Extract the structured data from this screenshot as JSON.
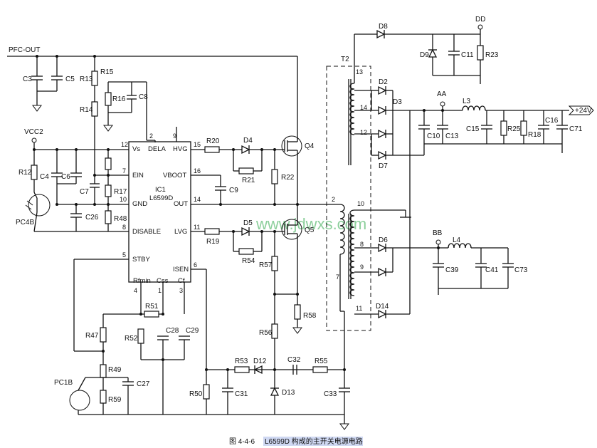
{
  "caption": {
    "prefix": "图 4-4-6",
    "title": "L6599D 构成的主开关电源电路"
  },
  "watermark": "www.jdwxs.com",
  "nets": {
    "pfc_out": "PFC-OUT",
    "vcc2": "VCC2",
    "dd": "DD",
    "aa": "AA",
    "bb": "BB",
    "out24": "+24V"
  },
  "ic": {
    "ref": "IC1",
    "part": "L6599D",
    "pins": {
      "vs": "Vs",
      "ein": "EIN",
      "gnd": "GND",
      "disable": "DISABLE",
      "stby": "STBY",
      "delay": "DELA",
      "hvg": "HVG",
      "vboot": "VBOOT",
      "out": "OUT",
      "lvg": "LVG",
      "isen": "ISEN",
      "rfmin": "Rfmin",
      "css": "Css",
      "cf": "Cf"
    },
    "pin_numbers": {
      "vs": "12",
      "ein": "7",
      "gnd": "10",
      "disable": "8",
      "stby": "5",
      "delay": "2",
      "n9": "9",
      "hvg": "15",
      "vboot": "16",
      "out": "14",
      "lvg": "11",
      "isen": "6",
      "rfmin": "4",
      "css": "1",
      "cf": "3"
    }
  },
  "transformer": {
    "ref": "T2",
    "pins": [
      "13",
      "14",
      "12",
      "2",
      "10",
      "8",
      "9",
      "7",
      "11"
    ]
  },
  "components": {
    "caps": [
      "C3",
      "C5",
      "C8",
      "C4",
      "C6",
      "C7",
      "C26",
      "C9",
      "C28",
      "C29",
      "C27",
      "C31",
      "C32",
      "C33",
      "C10",
      "C13",
      "C15",
      "C16",
      "C71",
      "C73",
      "C11",
      "C39",
      "C41"
    ],
    "resistors": [
      "R15",
      "R13",
      "R14",
      "R16",
      "R12",
      "R17",
      "R48",
      "R20",
      "R21",
      "R22",
      "R19",
      "R54",
      "R57",
      "R58",
      "R56",
      "R51",
      "R47",
      "R52",
      "R49",
      "R50",
      "R53",
      "R55",
      "R59",
      "R25",
      "R18",
      "R23"
    ],
    "diodes": [
      "D4",
      "D5",
      "D12",
      "D13",
      "D8",
      "D9",
      "D2",
      "D3",
      "D7",
      "D6",
      "D14"
    ],
    "transistors": [
      "Q4",
      "Q5"
    ],
    "inductors": [
      "L3",
      "L4"
    ],
    "optos": [
      "PC4B",
      "PC1B"
    ]
  }
}
